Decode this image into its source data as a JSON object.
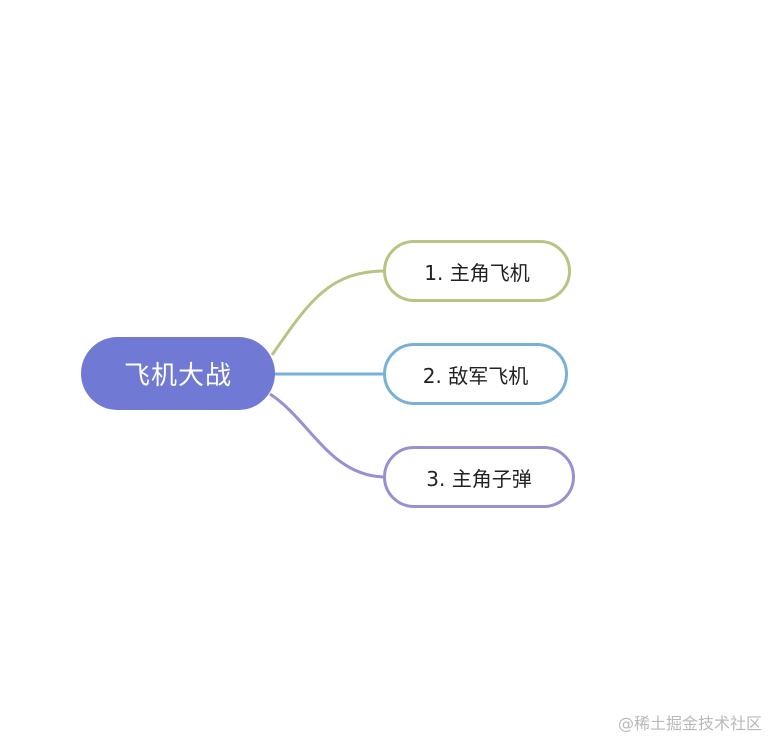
{
  "root": {
    "label": "飞机大战",
    "color": "#7079d4"
  },
  "branches": [
    {
      "label": "1. 主角飞机",
      "color": "#b7c482"
    },
    {
      "label": "2. 敌军飞机",
      "color": "#79b0d8"
    },
    {
      "label": "3. 主角子弹",
      "color": "#9b8fd3"
    }
  ],
  "watermark": "@稀土掘金技术社区"
}
